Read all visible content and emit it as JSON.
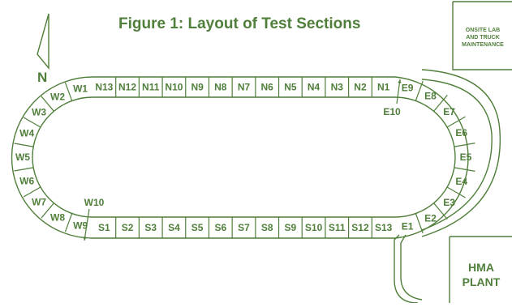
{
  "title": "Figure 1:  Layout of Test Sections",
  "north_label": "N",
  "lab_label": "ONSITE LAB\nAND TRUCK\nMAINTENANCE",
  "plant_label": "HMA\nPLANT",
  "colors": {
    "accent": "#4f7f3a",
    "background": "#ffffff"
  },
  "sections": {
    "north": [
      "N13",
      "N12",
      "N11",
      "N10",
      "N9",
      "N8",
      "N7",
      "N6",
      "N5",
      "N4",
      "N3",
      "N2",
      "N1"
    ],
    "south": [
      "S1",
      "S2",
      "S3",
      "S4",
      "S5",
      "S6",
      "S7",
      "S8",
      "S9",
      "S10",
      "S11",
      "S12",
      "S13"
    ],
    "west": [
      "W1",
      "W2",
      "W3",
      "W4",
      "W5",
      "W6",
      "W7",
      "W8",
      "W9"
    ],
    "east": [
      "E1",
      "E2",
      "E3",
      "E4",
      "E5",
      "E6",
      "E7",
      "E8",
      "E9"
    ]
  },
  "callouts": {
    "w10": "W10",
    "e10": "E10"
  }
}
